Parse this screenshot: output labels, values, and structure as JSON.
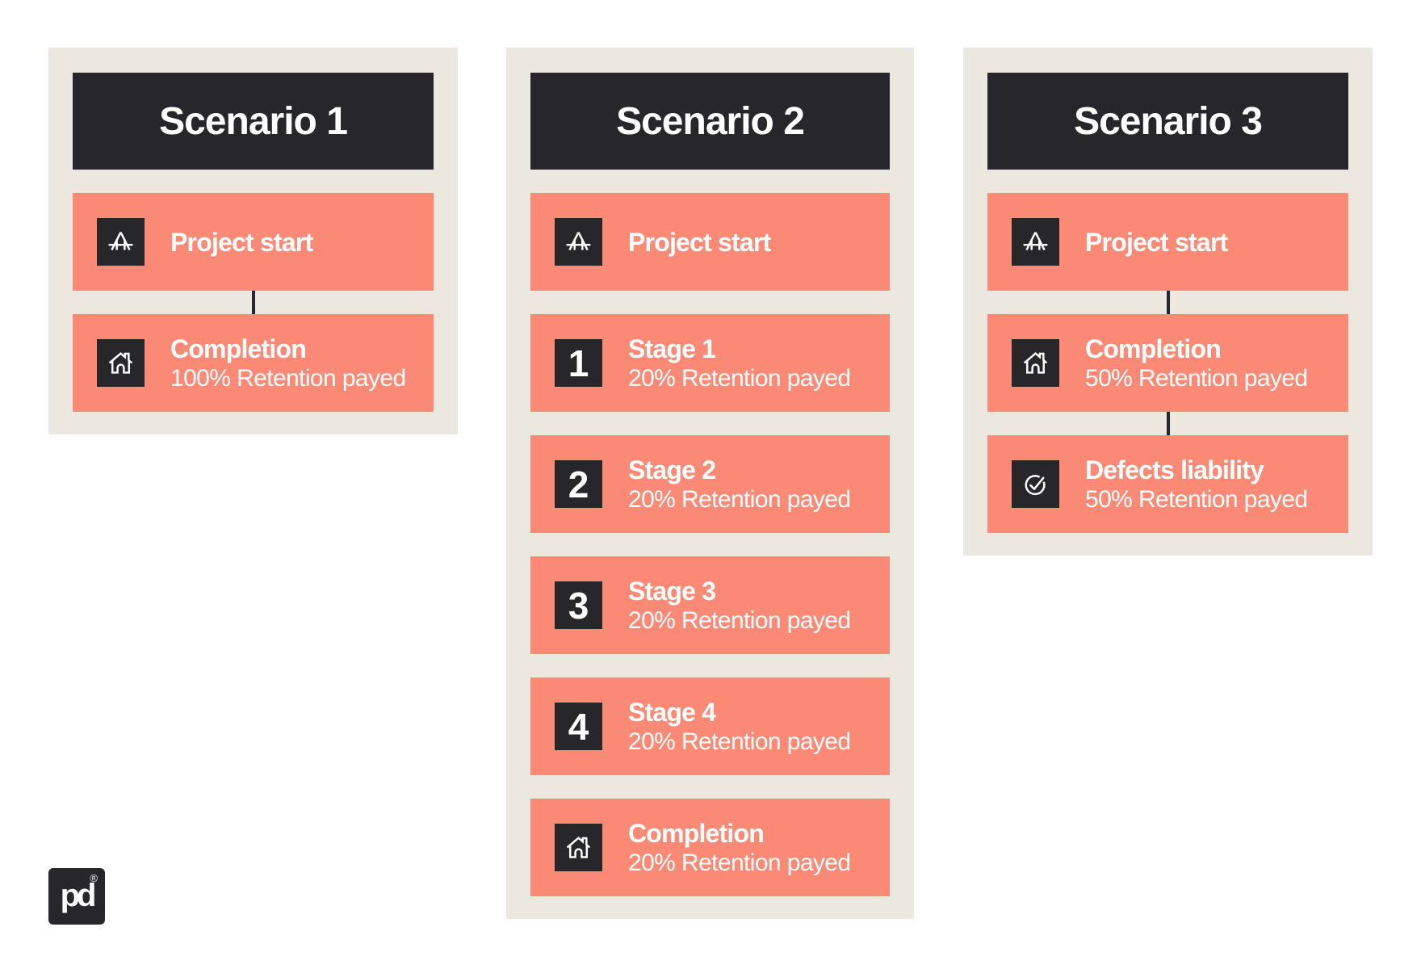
{
  "page": {
    "background": "#FFFFFF"
  },
  "colors": {
    "panel_bg": "#ECE8DF",
    "accent": "#FA8A75",
    "dark": "#26262B",
    "text": "#FFFFFF"
  },
  "logo": {
    "monogram": "pd",
    "registered": "®"
  },
  "scenarios": [
    {
      "title": "Scenario 1",
      "steps": [
        {
          "icon": "construction-house-icon",
          "title": "Project start",
          "subtitle": "",
          "connected_to_previous": false
        },
        {
          "icon": "home-icon",
          "title": "Completion",
          "subtitle": "100% Retention payed",
          "connected_to_previous": true
        }
      ]
    },
    {
      "title": "Scenario 2",
      "steps": [
        {
          "icon": "construction-house-icon",
          "title": "Project start",
          "subtitle": "",
          "connected_to_previous": false
        },
        {
          "badge": "1",
          "title": "Stage 1",
          "subtitle": "20% Retention payed",
          "connected_to_previous": false
        },
        {
          "badge": "2",
          "title": "Stage 2",
          "subtitle": "20% Retention payed",
          "connected_to_previous": false
        },
        {
          "badge": "3",
          "title": "Stage 3",
          "subtitle": "20% Retention payed",
          "connected_to_previous": false
        },
        {
          "badge": "4",
          "title": "Stage 4",
          "subtitle": "20% Retention payed",
          "connected_to_previous": false
        },
        {
          "icon": "home-icon",
          "title": "Completion",
          "subtitle": "20% Retention payed",
          "connected_to_previous": false
        }
      ]
    },
    {
      "title": "Scenario 3",
      "steps": [
        {
          "icon": "construction-house-icon",
          "title": "Project start",
          "subtitle": "",
          "connected_to_previous": false
        },
        {
          "icon": "home-icon",
          "title": "Completion",
          "subtitle": "50% Retention payed",
          "connected_to_previous": true
        },
        {
          "icon": "check-circle-icon",
          "title": "Defects liability",
          "subtitle": "50% Retention payed",
          "connected_to_previous": true
        }
      ]
    }
  ]
}
